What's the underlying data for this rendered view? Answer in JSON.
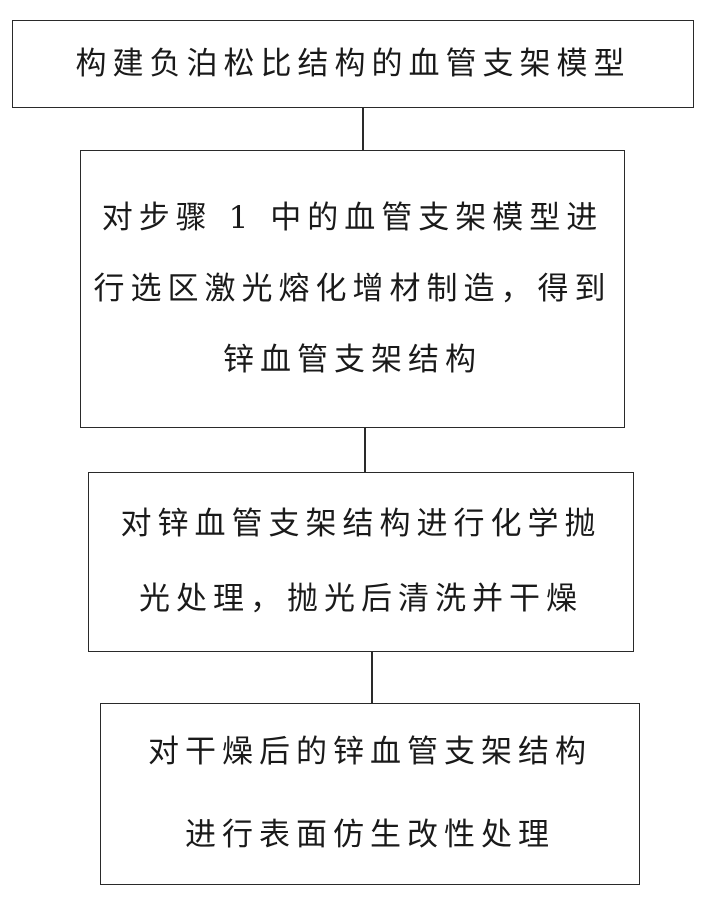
{
  "flowchart": {
    "steps": [
      {
        "lines": [
          "构建负泊松比结构的血管支架模型"
        ]
      },
      {
        "lines": [
          "对步骤 1 中的血管支架模型进",
          "行选区激光熔化增材制造，得到",
          "锌血管支架结构"
        ]
      },
      {
        "lines": [
          "对锌血管支架结构进行化学抛",
          "光处理，抛光后清洗并干燥"
        ]
      },
      {
        "lines": [
          "对干燥后的锌血管支架结构",
          "进行表面仿生改性处理"
        ]
      }
    ]
  }
}
